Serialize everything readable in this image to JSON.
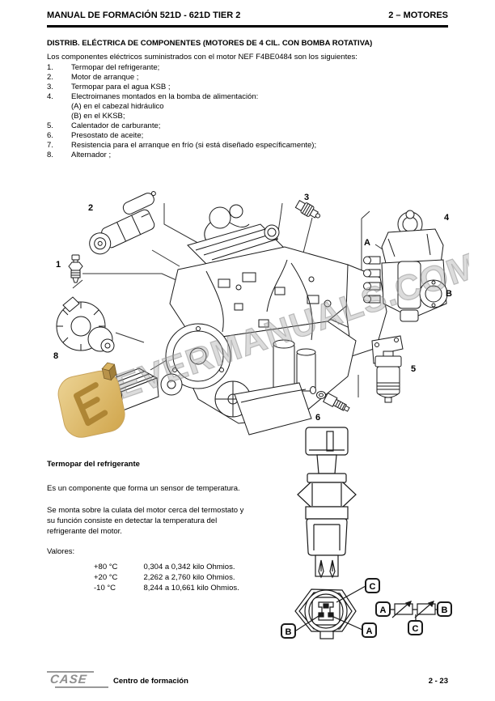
{
  "header": {
    "title_left": "MANUAL DE FORMACIÓN 521D - 621D TIER 2",
    "title_right": "2 – MOTORES"
  },
  "section": {
    "title": "DISTRIB. ELÉCTRICA DE COMPONENTES (MOTORES DE 4 CIL. CON BOMBA ROTATIVA)",
    "intro": "Los componentes eléctricos suministrados con el motor NEF F4BE0484  son los siguientes:",
    "items": [
      {
        "num": "1.",
        "text": "Termopar del refrigerante;"
      },
      {
        "num": "2.",
        "text": "Motor de arranque ;"
      },
      {
        "num": "3.",
        "text": "Termopar para el agua KSB ;"
      },
      {
        "num": "4.",
        "text": "Electroimanes montados en la bomba de alimentación:",
        "sub": [
          "(A) en el cabezal hidráulico",
          "(B) en el KKSB;"
        ]
      },
      {
        "num": "5.",
        "text": "Calentador de carburante;"
      },
      {
        "num": "6.",
        "text": "Presostato de aceite;"
      },
      {
        "num": "7.",
        "text": "Resistencia para el arranque en frío (si está diseñado específicamente);"
      },
      {
        "num": "8.",
        "text": "Alternador ;"
      }
    ]
  },
  "figure": {
    "callouts": {
      "c1": "1",
      "c2": "2",
      "c3": "3",
      "c4": "4",
      "c5": "5",
      "c6": "6",
      "c8": "8",
      "ca": "A",
      "cb": "B"
    },
    "watermark": {
      "text": "EVERMANUALS.COM",
      "color": "#9a9a9a",
      "logo_gold": "#d9b362"
    }
  },
  "thermocouple": {
    "heading": "Termopar del refrigerante",
    "p1": "Es un componente que forma un sensor de temperatura.",
    "p2_lines": [
      "Se monta sobre la culata del motor cerca del termostato y",
      "su función consiste en detectar la temperatura del",
      "refrigerante del motor."
    ],
    "values_label": "Valores:",
    "values": [
      {
        "temp": "+80 °C",
        "range": "0,304 a 0,342 kilo Ohmios."
      },
      {
        "temp": "+20 °C",
        "range": "2,262 a 2,760 kilo Ohmios."
      },
      {
        "temp": "-10 °C",
        "range": "8,244 a 10,661 kilo Ohmios."
      }
    ]
  },
  "sensor_diagram": {
    "labels": {
      "a": "A",
      "b": "B",
      "c": "C"
    }
  },
  "footer": {
    "logo": "CASE",
    "text": "Centro de formación",
    "page": "2 - 23"
  }
}
